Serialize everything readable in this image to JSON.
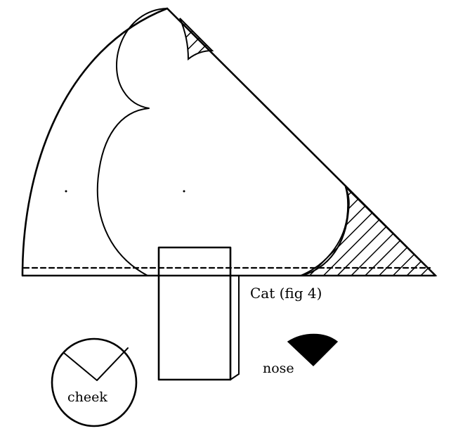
{
  "figure": {
    "caption": "Cat (fig 4)",
    "labels": {
      "cheek": "cheek",
      "nose": "nose"
    }
  },
  "colors": {
    "ink": "#000000",
    "paper": "#ffffff"
  }
}
